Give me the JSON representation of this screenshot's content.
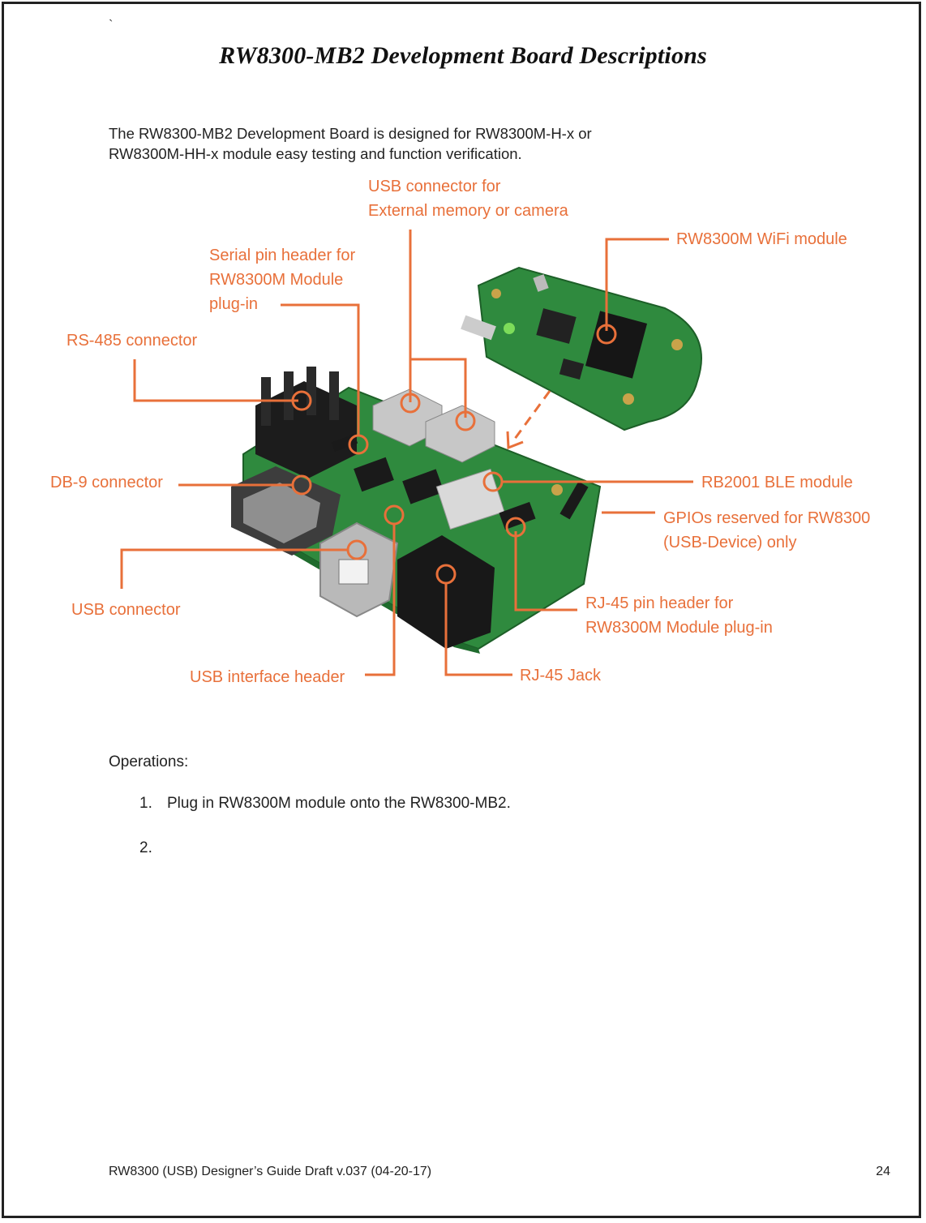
{
  "document": {
    "stray_mark": "`",
    "title": "RW8300-MB2 Development Board Descriptions",
    "intro_line1": "The RW8300-MB2 Development Board is designed for RW8300M-H-x or",
    "intro_line2": "RW8300M-HH-x module easy testing and function verification."
  },
  "callouts": {
    "usb_ext_line1": "USB connector for",
    "usb_ext_line2": "External memory or camera",
    "wifi_module": "RW8300M WiFi module",
    "serial_line1": "Serial pin header for",
    "serial_line2": "RW8300M Module",
    "serial_line3": "plug-in",
    "rs485": "RS-485 connector",
    "db9": "DB-9 connector",
    "ble_module": "RB2001 BLE module",
    "gpio_line1": "GPIOs reserved for RW8300",
    "gpio_line2": "(USB-Device) only",
    "usb_connector": "USB connector",
    "rj45_header_line1": "RJ-45 pin header for",
    "rj45_header_line2": "RW8300M Module plug-in",
    "usb_interface_header": "USB interface header",
    "rj45_jack": "RJ-45 Jack"
  },
  "colors": {
    "callout": "#e8703a",
    "pcb": "#2f8a3e",
    "pcb_dark": "#1f6b2d"
  },
  "operations": {
    "heading": "Operations:",
    "steps": [
      {
        "num": "1.",
        "text": "Plug in RW8300M module onto the RW8300-MB2."
      },
      {
        "num": "2.",
        "text": ""
      }
    ]
  },
  "footer": {
    "doc_info": "RW8300 (USB) Designer’s Guide Draft v.037 (04-20-17)",
    "page_number": "24"
  }
}
